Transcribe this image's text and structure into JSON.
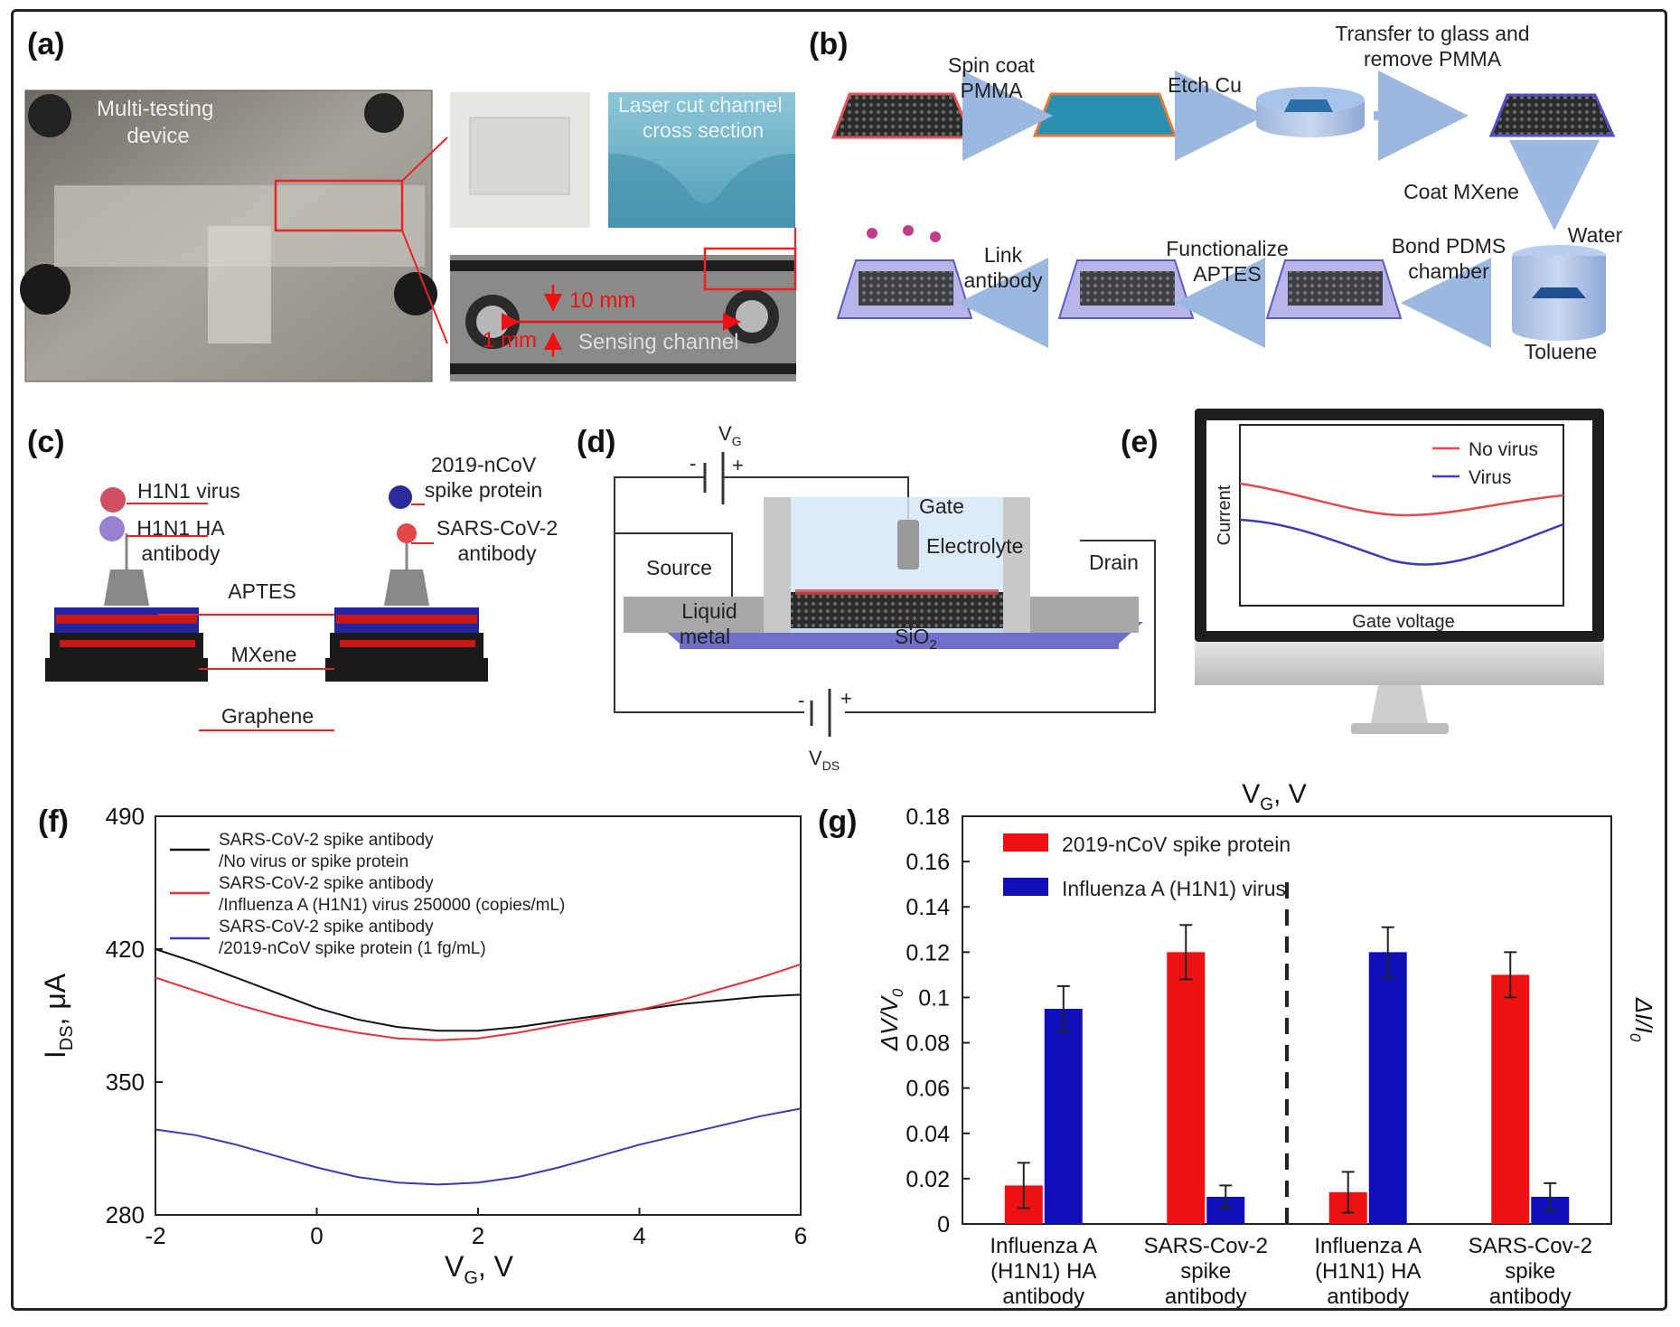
{
  "panels": {
    "a": {
      "letter": "(a)",
      "photo_label": "Multi-testing\ndevice",
      "cross_label": "Laser cut channel\ncross section",
      "dim_long": "10 mm",
      "dim_short": "1 mm",
      "channel_label": "Sensing channel"
    },
    "b": {
      "letter": "(b)",
      "steps": {
        "spin": "Spin coat\nPMMA",
        "etch": "Etch Cu",
        "transfer": "Transfer to glass and\nremove PMMA",
        "coat": "Coat MXene",
        "water": "Water",
        "toluene": "Toluene",
        "bond": "Bond PDMS\nchamber",
        "func": "Functionalize\nAPTES",
        "link": "Link\nantibody"
      }
    },
    "c": {
      "letter": "(c)",
      "labels": {
        "h1n1_virus": "H1N1 virus",
        "h1n1_ab": "H1N1 HA\nantibody",
        "ncov": "2019-nCoV\nspike protein",
        "sars_ab": "SARS-CoV-2\nantibody",
        "aptes": "APTES",
        "mxene": "MXene",
        "graphene": "Graphene"
      }
    },
    "d": {
      "letter": "(d)",
      "labels": {
        "vg": "V",
        "vg_sub": "G",
        "vds": "V",
        "vds_sub": "DS",
        "gate": "Gate",
        "electrolyte": "Electrolyte",
        "source": "Source",
        "drain": "Drain",
        "liquid_metal": "Liquid\nmetal",
        "sio2": "SiO",
        "sio2_sub": "2",
        "minus": "-",
        "plus": "+"
      }
    },
    "e": {
      "letter": "(e)",
      "legend_no_virus": "No virus",
      "legend_virus": "Virus",
      "ylabel": "Current",
      "xlabel": "Gate voltage",
      "colors": {
        "no_virus": "#e8474c",
        "virus": "#3a3ab8"
      }
    },
    "f": {
      "letter": "(f)",
      "ylabel": "I",
      "ylabel_sub": "DS",
      "ylabel_unit": ", μA",
      "xlabel": "V",
      "xlabel_sub": "G",
      "xlabel_unit": ", V",
      "legend": [
        "SARS-CoV-2 spike antibody\n/No virus or spike protein",
        "SARS-CoV-2 spike antibody\n/Influenza A (H1N1) virus 250000 (copies/mL)",
        "SARS-CoV-2 spike antibody\n/2019-nCoV spike protein (1 fg/mL)"
      ]
    },
    "g": {
      "letter": "(g)",
      "top_label": "V",
      "top_label_sub": "G",
      "top_label_unit": ", V",
      "ylabel": "ΔV/V",
      "ylabel_sub": "0",
      "right_label": "ΔI/I",
      "right_label_sub": "0",
      "legend": [
        "2019-nCoV spike protein",
        "Influenza A (H1N1) virus"
      ],
      "categories": [
        "Influenza A\n(H1N1) HA\nantibody",
        "SARS-Cov-2\nspike\nantibody",
        "Influenza A\n(H1N1) HA\nantibody",
        "SARS-Cov-2\nspike\nantibody"
      ]
    }
  },
  "chart_data": [
    {
      "type": "line",
      "panel": "f",
      "xlabel": "VG, V",
      "ylabel": "IDS, μA",
      "xlim": [
        -2,
        6
      ],
      "ylim": [
        280,
        490
      ],
      "xticks": [
        -2,
        0,
        2,
        4,
        6
      ],
      "yticks": [
        280,
        350,
        420,
        490
      ],
      "series": [
        {
          "name": "SARS-CoV-2 spike antibody /No virus or spike protein",
          "color": "#111111",
          "x": [
            -2,
            -1.5,
            -1,
            -0.5,
            0,
            0.5,
            1,
            1.5,
            2,
            2.5,
            3,
            3.5,
            4,
            4.5,
            5,
            5.5,
            6
          ],
          "y": [
            420,
            413,
            405,
            397,
            389,
            383,
            379,
            377,
            377,
            379,
            382,
            385,
            388,
            391,
            393,
            395,
            396
          ]
        },
        {
          "name": "SARS-CoV-2 spike antibody /Influenza A (H1N1) virus 250000 (copies/mL)",
          "color": "#e8303a",
          "x": [
            -2,
            -1.5,
            -1,
            -0.5,
            0,
            0.5,
            1,
            1.5,
            2,
            2.5,
            3,
            3.5,
            4,
            4.5,
            5,
            5.5,
            6
          ],
          "y": [
            405,
            398,
            391,
            385,
            380,
            376,
            373,
            372,
            373,
            376,
            380,
            384,
            388,
            393,
            399,
            405,
            412
          ]
        },
        {
          "name": "SARS-CoV-2 spike antibody /2019-nCoV spike protein (1 fg/mL)",
          "color": "#3a3ab8",
          "x": [
            -2,
            -1.5,
            -1,
            -0.5,
            0,
            0.5,
            1,
            1.5,
            2,
            2.5,
            3,
            3.5,
            4,
            4.5,
            5,
            5.5,
            6
          ],
          "y": [
            325,
            322,
            317,
            311,
            305,
            300,
            297,
            296,
            297,
            300,
            305,
            311,
            317,
            322,
            327,
            332,
            336
          ]
        }
      ]
    },
    {
      "type": "bar",
      "panel": "g",
      "categories": [
        "Influenza A (H1N1) HA antibody",
        "SARS-Cov-2 spike antibody",
        "Influenza A (H1N1) HA antibody",
        "SARS-Cov-2 spike antibody"
      ],
      "ylim": [
        0,
        0.18
      ],
      "yticks": [
        0,
        0.02,
        0.04,
        0.06,
        0.08,
        0.1,
        0.12,
        0.14,
        0.16,
        0.18
      ],
      "ylabel": "ΔV/V0",
      "divider_after_index": 1,
      "series": [
        {
          "name": "2019-nCoV spike protein",
          "color": "#ee1111",
          "values": [
            0.017,
            0.12,
            0.014,
            0.11
          ],
          "errors": [
            0.01,
            0.012,
            0.009,
            0.01
          ]
        },
        {
          "name": "Influenza A (H1N1) virus",
          "color": "#1010bb",
          "values": [
            0.095,
            0.012,
            0.12,
            0.012
          ],
          "errors": [
            0.01,
            0.005,
            0.011,
            0.006
          ]
        }
      ]
    }
  ]
}
